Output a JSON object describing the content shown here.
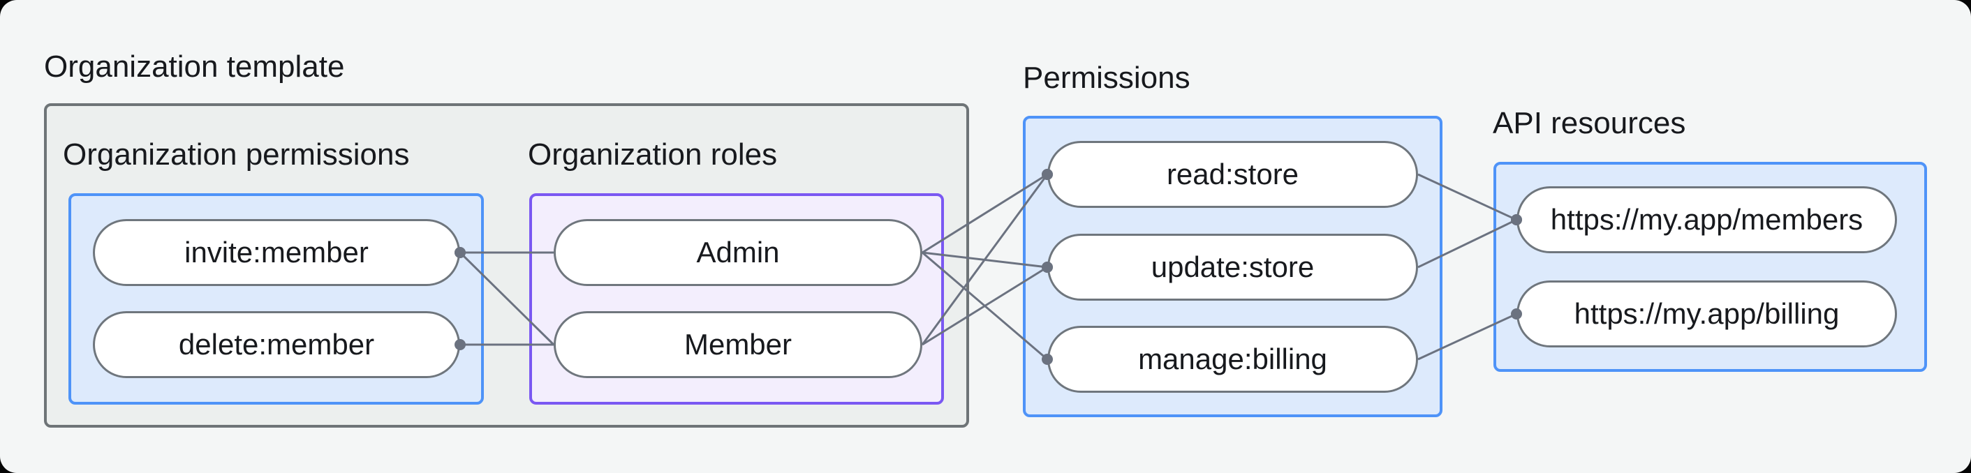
{
  "labels": {
    "organization_template": "Organization template",
    "organization_permissions": "Organization permissions",
    "organization_roles": "Organization roles",
    "permissions": "Permissions",
    "api_resources": "API resources"
  },
  "nodes": [
    {
      "id": "invite-member",
      "label": "invite:member",
      "section": "organization-permissions"
    },
    {
      "id": "delete-member",
      "label": "delete:member",
      "section": "organization-permissions"
    },
    {
      "id": "admin",
      "label": "Admin",
      "section": "organization-roles"
    },
    {
      "id": "member",
      "label": "Member",
      "section": "organization-roles"
    },
    {
      "id": "read-store",
      "label": "read:store",
      "section": "permissions"
    },
    {
      "id": "update-store",
      "label": "update:store",
      "section": "permissions"
    },
    {
      "id": "manage-billing",
      "label": "manage:billing",
      "section": "permissions"
    },
    {
      "id": "members-api",
      "label": "https://my.app/members",
      "section": "api-resources"
    },
    {
      "id": "billing-api",
      "label": "https://my.app/billing",
      "section": "api-resources"
    }
  ],
  "edges": [
    {
      "from": "invite-member",
      "to": "admin",
      "dot": "from"
    },
    {
      "from": "invite-member",
      "to": "member",
      "dot": "from"
    },
    {
      "from": "delete-member",
      "to": "member",
      "dot": "from"
    },
    {
      "from": "admin",
      "to": "read-store",
      "dot": "to"
    },
    {
      "from": "admin",
      "to": "update-store",
      "dot": "to"
    },
    {
      "from": "admin",
      "to": "manage-billing",
      "dot": "to"
    },
    {
      "from": "member",
      "to": "read-store",
      "dot": "to"
    },
    {
      "from": "member",
      "to": "update-store",
      "dot": "to"
    },
    {
      "from": "read-store",
      "to": "members-api",
      "dot": "to"
    },
    {
      "from": "update-store",
      "to": "members-api",
      "dot": "to"
    },
    {
      "from": "manage-billing",
      "to": "billing-api",
      "dot": "to"
    }
  ],
  "style": {
    "line_width": 3,
    "dot_radius": 8
  },
  "colors": {
    "canvas_background": "#f4f6f6",
    "outer_box_fill": "#ecefee",
    "outer_box_border": "#6e7477",
    "blue_box_fill": "#ddeafc",
    "blue_box_border": "#4e93f8",
    "purple_box_fill": "#f3eefd",
    "purple_box_border": "#7a58f2",
    "pill_fill": "#ffffff",
    "pill_border": "#6f767d",
    "line": "#6b7280",
    "text": "#17191d"
  }
}
